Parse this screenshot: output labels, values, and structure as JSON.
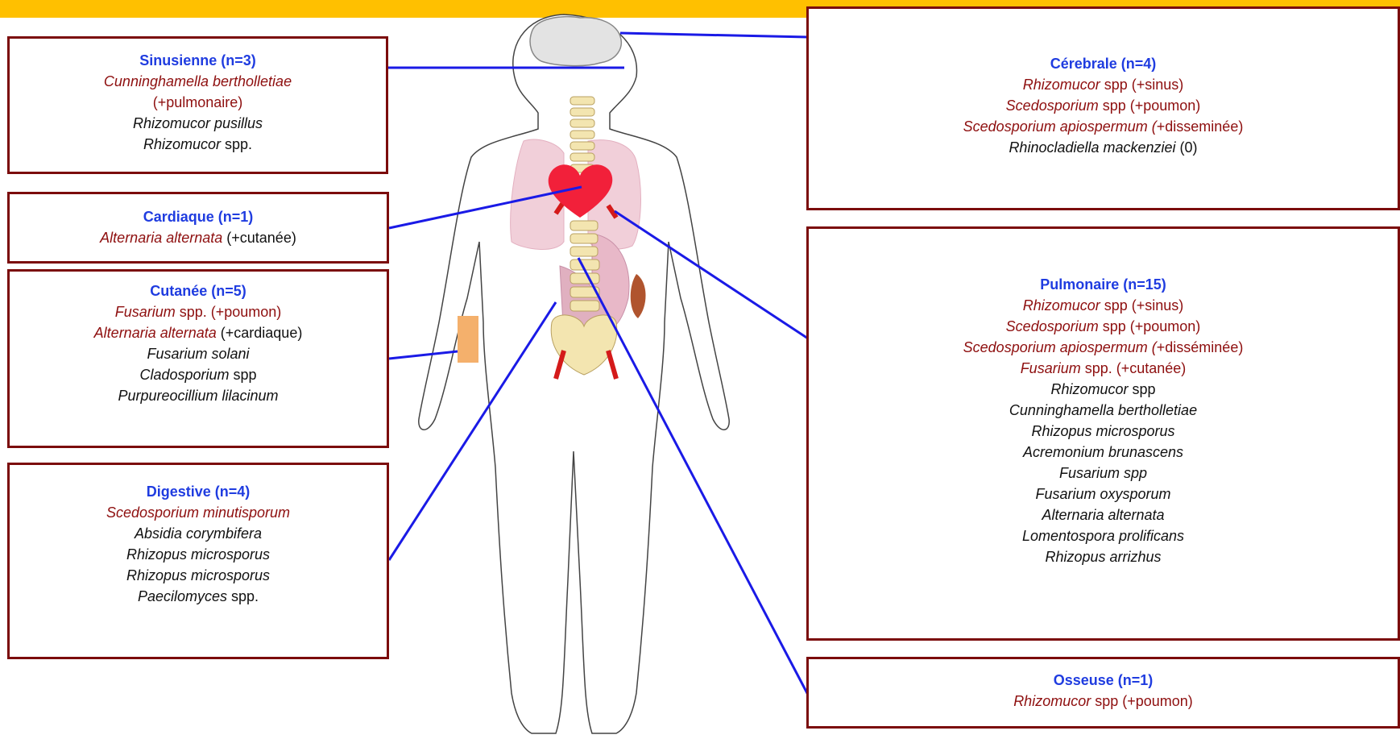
{
  "colors": {
    "title": "#1F3CE0",
    "pathogen": "#8E0F0F",
    "border": "#7B0C0C",
    "connector": "#1A1AE6",
    "topbar": "#FFC000"
  },
  "boxes": {
    "sinus": {
      "title": "Sinusienne (n=3)",
      "lines": [
        {
          "sp": "Cunninghamella bertholletiae",
          "note": ""
        },
        {
          "sp": "",
          "note": "(+pulmonaire)"
        },
        {
          "sp": "Rhizomucor pusillus",
          "note": ""
        },
        {
          "sp": "Rhizomucor",
          "note": " spp."
        }
      ]
    },
    "cardiac": {
      "title": "Cardiaque (n=1)",
      "lines": [
        {
          "sp": "Alternaria alternata",
          "note": " (+cutanée)"
        }
      ]
    },
    "cutaneous": {
      "title": "Cutanée (n=5)",
      "lines": [
        {
          "sp": "Fusarium",
          "note": " spp. (+poumon)"
        },
        {
          "sp": "Alternaria alternata",
          "note": " (+cardiaque)"
        },
        {
          "sp": "Fusarium solani",
          "note": ""
        },
        {
          "sp": "Cladosporium",
          "note": " spp"
        },
        {
          "sp": "Purpureocillium lilacinum",
          "note": ""
        }
      ]
    },
    "digestive": {
      "title": "Digestive (n=4)",
      "lines": [
        {
          "sp": "Scedosporium minutisporum",
          "note": ""
        },
        {
          "sp": "Absidia corymbifera",
          "note": ""
        },
        {
          "sp": "Rhizopus microsporus",
          "note": ""
        },
        {
          "sp": "Rhizopus microsporus",
          "note": ""
        },
        {
          "sp": "Paecilomyces",
          "note": " spp."
        }
      ]
    },
    "cerebral": {
      "title": "Cérebrale (n=4)",
      "lines": [
        {
          "sp": "Rhizomucor",
          "note": " spp (+sinus)"
        },
        {
          "sp": "Scedosporium",
          "note": " spp (+poumon)"
        },
        {
          "sp": "Scedosporium apiospermum (",
          "note": "+disseminée)"
        },
        {
          "sp": "Rhinocladiella mackenziei",
          "note": " (0)"
        }
      ]
    },
    "pulmonary": {
      "title": "Pulmonaire (n=15)",
      "lines": [
        {
          "sp": "Rhizomucor",
          "note": " spp (+sinus)"
        },
        {
          "sp": "Scedosporium",
          "note": " spp (+poumon)"
        },
        {
          "sp": "Scedosporium apiospermum (",
          "note": "+disséminée)"
        },
        {
          "sp": "Fusarium",
          "note": " spp. (+cutanée)"
        },
        {
          "sp": "Rhizomucor",
          "note": " spp"
        },
        {
          "sp": "Cunninghamella bertholletiae",
          "note": ""
        },
        {
          "sp": "Rhizopus microsporus",
          "note": ""
        },
        {
          "sp": "Acremonium brunascens",
          "note": ""
        },
        {
          "sp": "Fusarium spp",
          "note": ""
        },
        {
          "sp": "Fusarium oxysporum",
          "note": ""
        },
        {
          "sp": "Alternaria alternata",
          "note": ""
        },
        {
          "sp": "Lomentospora prolificans",
          "note": ""
        },
        {
          "sp": "Rhizopus arrizhus",
          "note": ""
        }
      ]
    },
    "bone": {
      "title": "Osseuse (n=1)",
      "lines": [
        {
          "sp": "Rhizomucor",
          "note": " spp (+poumon)"
        }
      ]
    }
  }
}
